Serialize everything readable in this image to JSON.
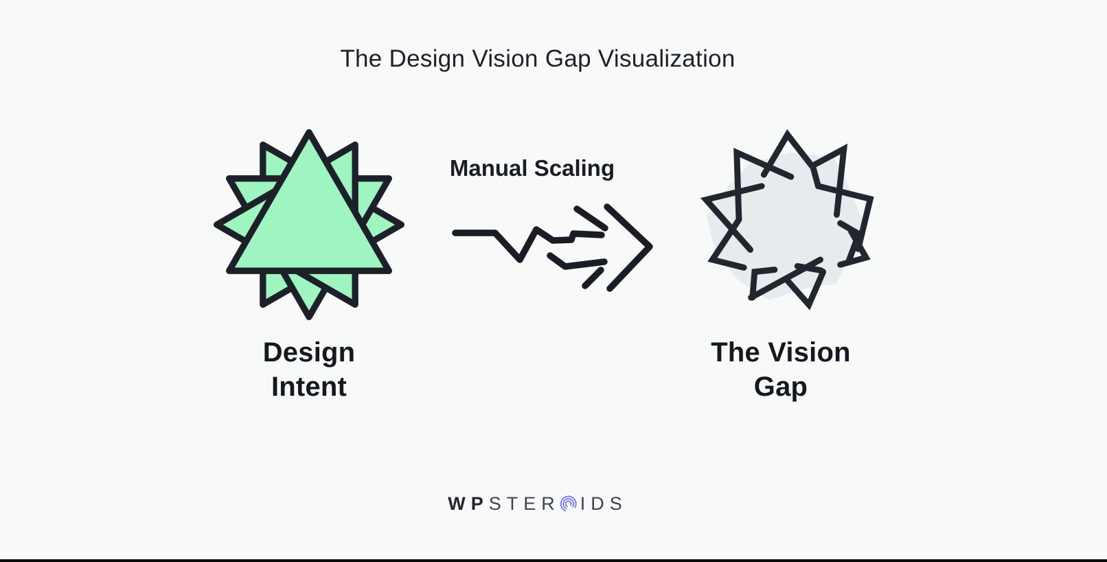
{
  "title": "The Design Vision Gap Visualization",
  "diagram": {
    "left": {
      "shape": "regular-12-point-star",
      "label_line1": "Design",
      "label_line2": "Intent"
    },
    "middle": {
      "label": "Manual Scaling",
      "arrow": "jagged-sketchy-right-arrow"
    },
    "right": {
      "shape": "broken-distorted-star",
      "label_line1": "The Vision",
      "label_line2": "Gap"
    }
  },
  "footer": {
    "logo_prefix": "WP",
    "logo_mid": "STER",
    "logo_suffix": "IDS",
    "logo_full": "WPSTEROIDS",
    "logo_icon": "concentric-arcs-o-icon"
  },
  "colors": {
    "background": "#f8f9f9",
    "ink": "#1d212b",
    "mint": "#9ef5c0",
    "gray_fill": "#e8ebed",
    "dark_stroke": "#22262e",
    "logo_accent": "#7d81e9",
    "logo_dark": "#22242e",
    "logo_gray": "#3d4150",
    "bottom_bar": "#0c0c0e"
  }
}
